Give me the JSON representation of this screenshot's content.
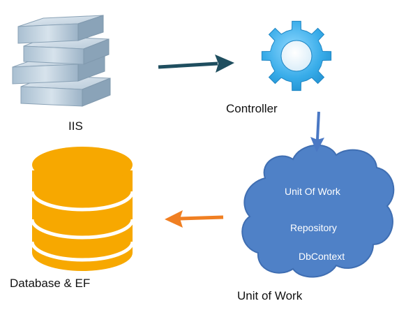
{
  "nodes": {
    "iis": {
      "label": "IIS"
    },
    "controller": {
      "label": "Controller"
    },
    "unit_of_work": {
      "label": "Unit of Work",
      "items": [
        "Unit Of Work",
        "Repository",
        "DbContext"
      ]
    },
    "database": {
      "label": "Database & EF"
    }
  },
  "edges": [
    {
      "from": "iis",
      "to": "controller"
    },
    {
      "from": "controller",
      "to": "unit_of_work"
    },
    {
      "from": "unit_of_work",
      "to": "database"
    }
  ],
  "colors": {
    "server": "#9fb8cc",
    "gear": "#3ab0ec",
    "cloud": "#4f81c7",
    "database": "#f7a800",
    "arrow_iis_controller": "#1f4e5f",
    "arrow_controller_uow": "#4a78c4",
    "arrow_uow_db": "#f07f22"
  }
}
